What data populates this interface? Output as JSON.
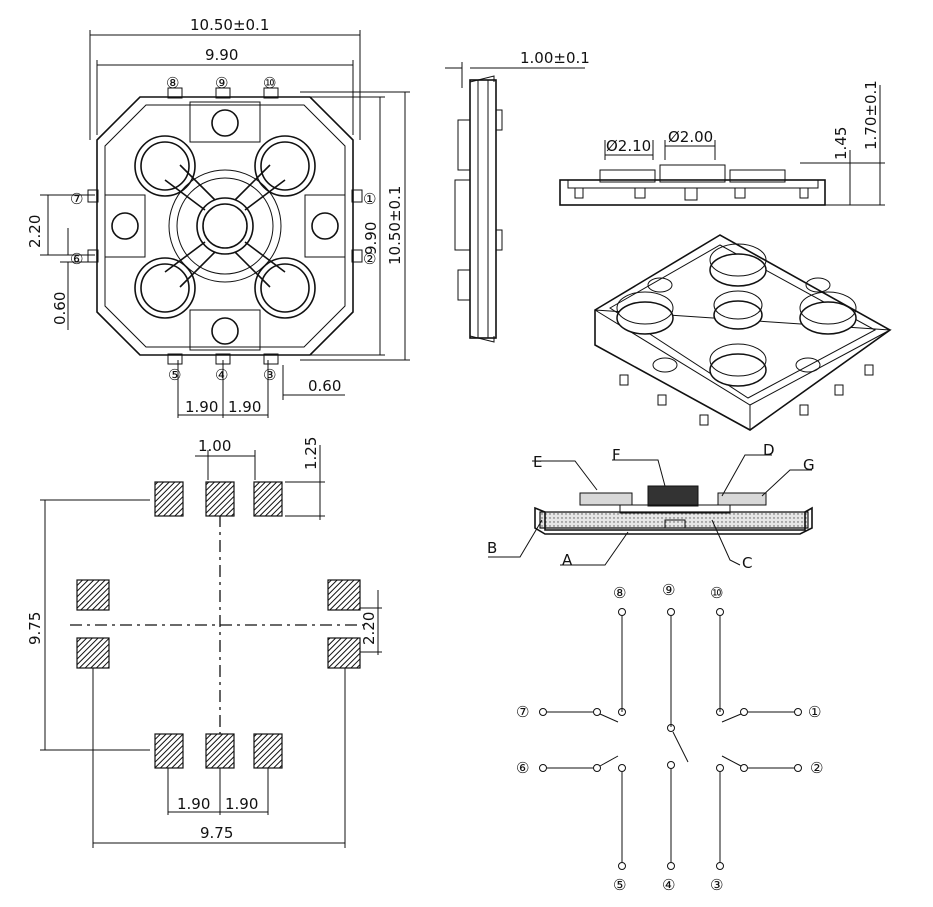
{
  "top_view": {
    "dim_overall_width": "10.50±0.1",
    "dim_inner_width": "9.90",
    "dim_height_outer": "10.50±0.1",
    "dim_height_inner": "9.90",
    "dim_side_pitch": "2.20",
    "dim_side_offset": "0.60",
    "dim_bottom_pitch_left": "1.90",
    "dim_bottom_pitch_right": "1.90",
    "dim_bottom_offset": "0.60",
    "pins": [
      "⑧",
      "⑨",
      "⑩",
      "⑦",
      "①",
      "⑥",
      "②",
      "⑤",
      "④",
      "③"
    ]
  },
  "side_view": {
    "dim_thickness": "1.00±0.1"
  },
  "front_view": {
    "dim_cap_small": "Ø2.10",
    "dim_cap_large": "Ø2.00",
    "dim_height_body": "1.45",
    "dim_height_total": "1.70±0.1"
  },
  "footprint": {
    "dim_pad_width": "1.00",
    "dim_pad_height": "1.25",
    "dim_vertical": "9.75",
    "dim_side_pitch": "2.20",
    "dim_pitch_left": "1.90",
    "dim_pitch_right": "1.90",
    "dim_horizontal": "9.75"
  },
  "section_view": {
    "labels": [
      "E",
      "F",
      "D",
      "G",
      "B",
      "A",
      "C"
    ]
  },
  "schematic": {
    "pins": [
      "⑧",
      "⑨",
      "⑩",
      "⑦",
      "①",
      "⑥",
      "②",
      "⑤",
      "④",
      "③"
    ]
  }
}
